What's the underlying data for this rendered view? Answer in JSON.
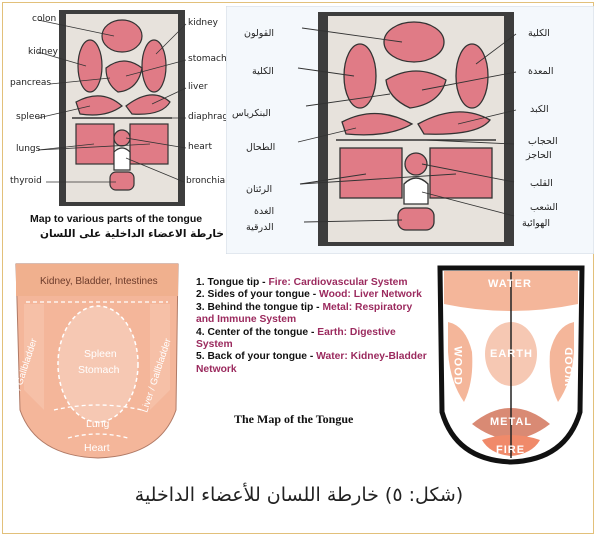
{
  "panel_en": {
    "labels_left": [
      "colon",
      "kidney",
      "pancreas",
      "spleen",
      "lungs",
      "thyroid"
    ],
    "labels_right": [
      "kidney",
      "stomach",
      "liver",
      "diaphragm",
      "heart",
      "bronchials"
    ],
    "caption_en": "Map to various parts of the tongue",
    "caption_ar": "خارطة الاعضاء الداخلية على اللسان"
  },
  "panel_ar": {
    "labels_left": [
      "القولون",
      "الكلية",
      "البنكرياس",
      "الطحال",
      "الرئتان",
      "الغدة",
      "الدرقية"
    ],
    "labels_right": [
      "الكلية",
      "المعدة",
      "الكبد",
      "الحجاب",
      "الحاجز",
      "القلب",
      "الشعب",
      "الهوائية"
    ]
  },
  "tongue_zones": {
    "top": "Kidney, Bladder, Intestines",
    "left": "Liver / Gallbladder",
    "right": "Liver / Gallbladder",
    "center_1": "Spleen",
    "center_2": "Stomach",
    "lower": "Lung",
    "tip": "Heart"
  },
  "list": [
    {
      "num": "1.",
      "part": "Tongue tip - ",
      "element": "Fire: Cardiovascular System"
    },
    {
      "num": "2.",
      "part": "Sides of your tongue - ",
      "element": "Wood: Liver Network"
    },
    {
      "num": "3.",
      "part": "Behind the tongue tip - ",
      "element": "Metal: Respiratory and Immune System"
    },
    {
      "num": "4.",
      "part": "Center of the tongue - ",
      "element": "Earth: Digestive System"
    },
    {
      "num": "5.",
      "part": "Back of your tongue - ",
      "element": "Water: Kidney-Bladder Network"
    }
  ],
  "map_title": "The Map of the Tongue",
  "elements": {
    "water": "WATER",
    "wood_left": "WOOD",
    "wood_right": "WOOD",
    "earth": "EARTH",
    "metal": "METAL",
    "fire": "FIRE"
  },
  "figure_caption": "(شكل: ٥) خارطة اللسان للأعضاء الداخلية",
  "colors": {
    "frame": "#e2c07a",
    "organ": "#e07b86",
    "highlight": "#9b2a5e",
    "salmon": "#f4b69a",
    "salmon_dark": "#f08a6a"
  }
}
